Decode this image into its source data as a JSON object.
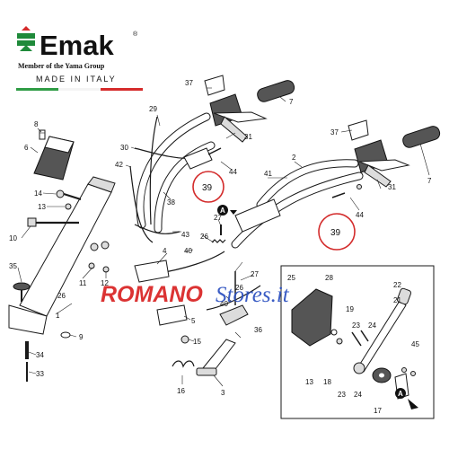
{
  "brand": {
    "name": "Emak",
    "registered": "®",
    "member": "Member of the Yama Group",
    "made_in": "MADE IN ITALY",
    "flag_colors": [
      "#2f9c45",
      "#ffffff",
      "#d52b2b"
    ],
    "logo_green": "#1f8a3a",
    "logo_red": "#d52b2b"
  },
  "watermark": {
    "part1": "ROMANO",
    "part2": "Stores.it",
    "color1": "#d92222",
    "color2": "#2a4fbf"
  },
  "highlight_color": "#d32b2b",
  "highlights": [
    "39",
    "39"
  ],
  "callout": "A",
  "labels": {
    "p1": "1",
    "p2": "2",
    "p3": "3",
    "p4": "4",
    "p5": "5",
    "p6": "6",
    "p7a": "7",
    "p7b": "7",
    "p8": "8",
    "p9": "9",
    "p10": "10",
    "p11": "11",
    "p12": "12",
    "p13": "13",
    "p14": "14",
    "p15": "15",
    "p16": "16",
    "p17": "17",
    "p18": "18",
    "p19": "19",
    "p21": "21",
    "p22": "22",
    "p23a": "23",
    "p23b": "23",
    "p24a": "24",
    "p24b": "24",
    "p25": "25",
    "p26a": "26",
    "p26b": "26",
    "p26c": "26",
    "p27a": "27",
    "p27b": "27",
    "p28": "28",
    "p29": "29",
    "p30": "30",
    "p31a": "31",
    "p31b": "31",
    "p33": "33",
    "p34": "34",
    "p35": "35",
    "p36": "36",
    "p37a": "37",
    "p37b": "37",
    "p38": "38",
    "p40a": "40",
    "p40b": "40",
    "p41": "41",
    "p42": "42",
    "p43": "43",
    "p44a": "44",
    "p44b": "44",
    "p45": "45"
  }
}
